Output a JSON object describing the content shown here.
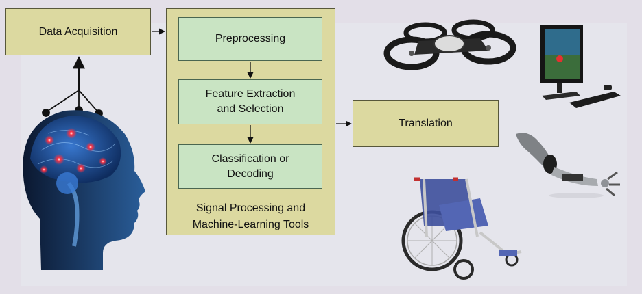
{
  "diagram": {
    "data_acquisition": "Data Acquisition",
    "preprocessing": "Preprocessing",
    "feature_extraction": "Feature Extraction\nand Selection",
    "classification": "Classification or\nDecoding",
    "tools_caption": "Signal Processing and\nMachine-Learning Tools",
    "translation": "Translation"
  },
  "images": [
    {
      "name": "head-brain-illustration"
    },
    {
      "name": "quadcopter-drone"
    },
    {
      "name": "computer-monitor-game"
    },
    {
      "name": "prosthetic-robotic-arm"
    },
    {
      "name": "wheelchair"
    }
  ],
  "colors": {
    "background": "#e3dfe8",
    "box_tan": "#dcd9a0",
    "box_green": "#c9e4c3",
    "brain_glow": "#ff3040"
  }
}
